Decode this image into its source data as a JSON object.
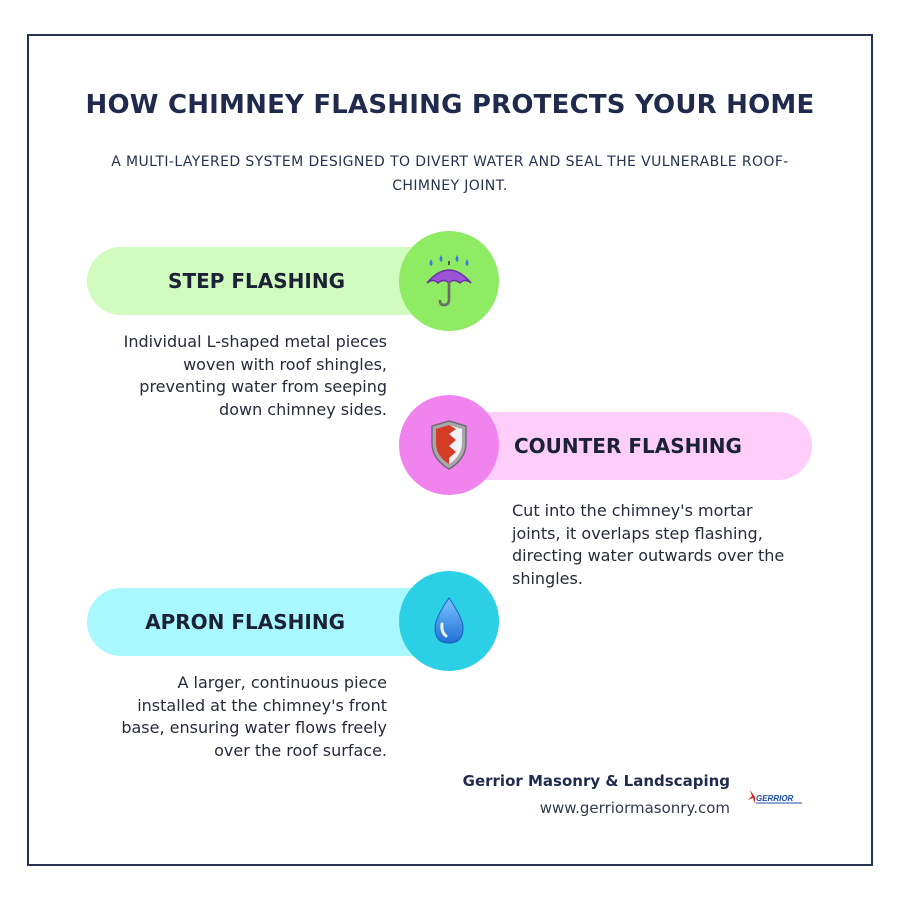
{
  "title": "HOW CHIMNEY FLASHING PROTECTS YOUR HOME",
  "subtitle": "A MULTI-LAYERED SYSTEM DESIGNED TO DIVERT WATER AND SEAL THE VULNERABLE ROOF-CHIMNEY JOINT.",
  "sections": [
    {
      "heading": "STEP FLASHING",
      "icon": "umbrella-with-rain-icon",
      "description": "Individual L-shaped metal pieces woven with roof shingles, preventing water from seeping down chimney sides.",
      "pill_color": "#d2fbbf",
      "circle_color": "#8fea64"
    },
    {
      "heading": "COUNTER FLASHING",
      "icon": "shield-icon",
      "description": "Cut into the chimney's mortar joints, it overlaps step flashing, directing water outwards over the shingles.",
      "pill_color": "#fecdfa",
      "circle_color": "#f183ee"
    },
    {
      "heading": "APRON FLASHING",
      "icon": "droplet-icon",
      "description": "A larger, continuous piece installed at the chimney's front base, ensuring water flows freely over the roof surface.",
      "pill_color": "#a9f8ff",
      "circle_color": "#2bd0e4"
    }
  ],
  "footer": {
    "company": "Gerrior Masonry & Landscaping",
    "website": "www.gerriormasonry.com",
    "logo_text": "GERRIOR"
  }
}
